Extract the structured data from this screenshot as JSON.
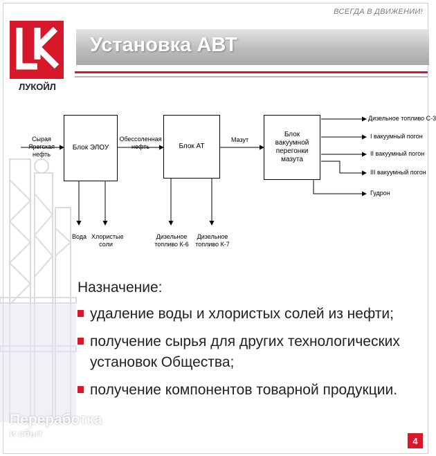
{
  "header": {
    "tagline": "ВСЕГДА В ДВИЖЕНИИ!",
    "logo_text": "ЛУКОЙЛ",
    "title": "Установка АВТ"
  },
  "diagram": {
    "input_label": "Сырая Ярегская нефть",
    "elou_box": "Блок ЭЛОУ",
    "desalted_label": "Обессоленная нефть",
    "at_box": "Блок АТ",
    "mazut_label": "Мазут",
    "vacuum_box": "Блок вакуумной перегонки мазута",
    "water_label": "Вода",
    "chloride_label": "Хлористые соли",
    "diesel_k6": "Дизельное топливо К-6",
    "diesel_k7": "Дизельное топливо К-7",
    "outputs": [
      "Дизельное топливо С-3",
      "I вакуумный погон",
      "II вакуумный погон",
      "III вакуумный погон",
      "Гудрон"
    ]
  },
  "content": {
    "purpose_heading": "Назначение:",
    "bullets": [
      "удаление воды и хлористых солей из нефти;",
      "получение сырья для других технологических установок Общества;",
      "получение компонентов товарной продукции."
    ]
  },
  "footer": {
    "section_line1": "Переработка",
    "section_line2": "и сбыт",
    "page_number": "4"
  },
  "colors": {
    "brand_red": "#d7182a",
    "title_band": "#bdbdbd"
  }
}
